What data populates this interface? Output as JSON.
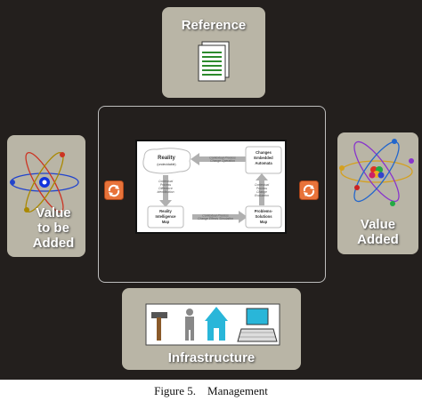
{
  "panels": {
    "top": {
      "label": "Reference"
    },
    "left": {
      "label_lines": [
        "Value",
        "to be",
        "Added"
      ]
    },
    "right": {
      "label_lines": [
        "Value",
        "Added"
      ]
    },
    "bottom": {
      "label": "Infrastructure"
    }
  },
  "inner_diagram": {
    "nodes": {
      "reality": {
        "title": "Reality",
        "sub": "(undecidable)"
      },
      "changes": {
        "lines": [
          "Changes",
          "Embedded",
          "Automata"
        ]
      },
      "reality_map": {
        "lines": [
          "Reality",
          "Intelligence",
          "Map"
        ]
      },
      "problems": {
        "lines": [
          "Problems-",
          "Solutions",
          "Map"
        ]
      }
    },
    "arrows": {
      "top": {
        "lines": [
          "Contextual Process",
          "Change Operation"
        ]
      },
      "left": {
        "lines": [
          "Contextual",
          "Process",
          "Difference",
          "Identification"
        ]
      },
      "bottom": {
        "lines": [
          "Contextual Process",
          "Change Effects Simulation"
        ]
      },
      "right": {
        "lines": [
          "Contextual",
          "Process",
          "Change",
          "Evaluation"
        ]
      }
    }
  },
  "caption": "Figure 5.    Management",
  "colors": {
    "background": "#231f1d",
    "panel": "#b9b5a6",
    "connector_icon": "#e8733a",
    "house": "#29b6d9"
  }
}
